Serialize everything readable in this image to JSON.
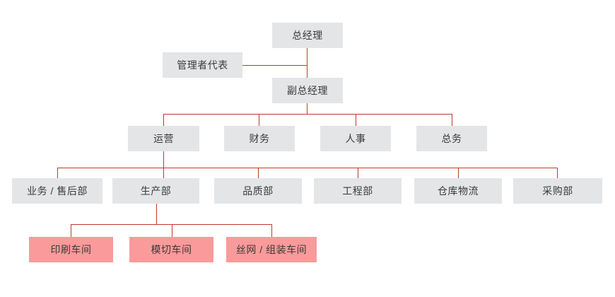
{
  "chart_data": {
    "type": "diagram",
    "diagram_kind": "organization-chart",
    "title": "",
    "orientation": "top-down",
    "colors": {
      "node_fill_default": "#e4e5e7",
      "node_fill_highlight": "#fa9a9a",
      "connector": "#c0392b",
      "text": "#3a3a3a",
      "background": "#ffffff"
    },
    "levels": [
      {
        "level": 1,
        "labels": [
          "总经理"
        ]
      },
      {
        "level": 2,
        "labels": [
          "管理者代表",
          "副总经理"
        ]
      },
      {
        "level": 3,
        "labels": [
          "运营",
          "财务",
          "人事",
          "总务"
        ]
      },
      {
        "level": 4,
        "labels": [
          "业务 / 售后部",
          "生产部",
          "品质部",
          "工程部",
          "仓库物流",
          "采购部"
        ]
      },
      {
        "level": 5,
        "labels": [
          "印刷车间",
          "模切车间",
          "丝网 / 组装车间"
        ]
      }
    ],
    "edges": [
      {
        "from": "总经理",
        "to": "副总经理"
      },
      {
        "from": "管理者代表",
        "to": "总经理-副总经理-link"
      },
      {
        "from": "副总经理",
        "to": "运营"
      },
      {
        "from": "副总经理",
        "to": "财务"
      },
      {
        "from": "副总经理",
        "to": "人事"
      },
      {
        "from": "副总经理",
        "to": "总务"
      },
      {
        "from": "运营",
        "to": "业务 / 售后部"
      },
      {
        "from": "运营",
        "to": "生产部"
      },
      {
        "from": "运营",
        "to": "品质部"
      },
      {
        "from": "运营",
        "to": "工程部"
      },
      {
        "from": "运营",
        "to": "仓库物流"
      },
      {
        "from": "运营",
        "to": "采购部"
      },
      {
        "from": "生产部",
        "to": "印刷车间"
      },
      {
        "from": "生产部",
        "to": "模切车间"
      },
      {
        "from": "生产部",
        "to": "丝网 / 组装车间"
      }
    ]
  },
  "nodes": {
    "general_manager": "总经理",
    "management_representative": "管理者代表",
    "deputy_general_manager": "副总经理",
    "operations": "运营",
    "finance": "财务",
    "human_resources": "人事",
    "general_affairs": "总务",
    "sales_aftersales": "业务 / 售后部",
    "production": "生产部",
    "quality": "品质部",
    "engineering": "工程部",
    "warehouse_logistics": "仓库物流",
    "purchasing": "采购部",
    "printing_workshop": "印刷车间",
    "diecutting_workshop": "模切车间",
    "screen_assembly_workshop": "丝网 / 组装车间"
  }
}
